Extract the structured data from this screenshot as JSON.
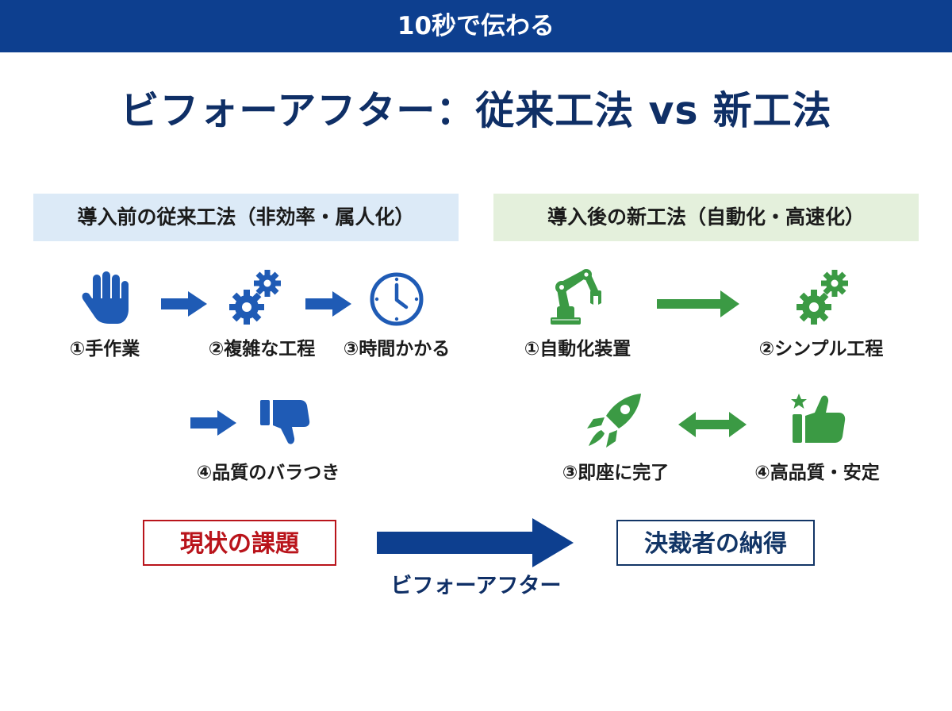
{
  "banner": {
    "text": "10秒で伝わる"
  },
  "title": "ビフォーアフター：従来工法 vs 新工法",
  "before": {
    "header": "導入前の従来工法（非効率・属人化）",
    "steps": [
      {
        "label": "①手作業",
        "icon": "hand-icon"
      },
      {
        "label": "②複雑な工程",
        "icon": "gears-icon"
      },
      {
        "label": "③時間かかる",
        "icon": "clock-icon"
      },
      {
        "label": "④品質のバラつき",
        "icon": "thumbs-down-icon"
      }
    ]
  },
  "after": {
    "header": "導入後の新工法（自動化・高速化）",
    "steps": [
      {
        "label": "①自動化装置",
        "icon": "robot-arm-icon"
      },
      {
        "label": "②シンプル工程",
        "icon": "gears-icon"
      },
      {
        "label": "③即座に完了",
        "icon": "rocket-icon"
      },
      {
        "label": "④高品質・安定",
        "icon": "thumbs-up-star-icon"
      }
    ]
  },
  "summary": {
    "problem": "現状の課題",
    "arrow_label": "ビフォーアフター",
    "result": "決裁者の納得"
  },
  "colors": {
    "banner": "#0d3f8f",
    "title": "#0f2f66",
    "before_icon": "#1f5bb5",
    "after_icon": "#3b9a44",
    "before_header_bg": "#dceaf7",
    "after_header_bg": "#e4f0dc",
    "problem_box": "#b9141b",
    "result_box": "#123566"
  }
}
